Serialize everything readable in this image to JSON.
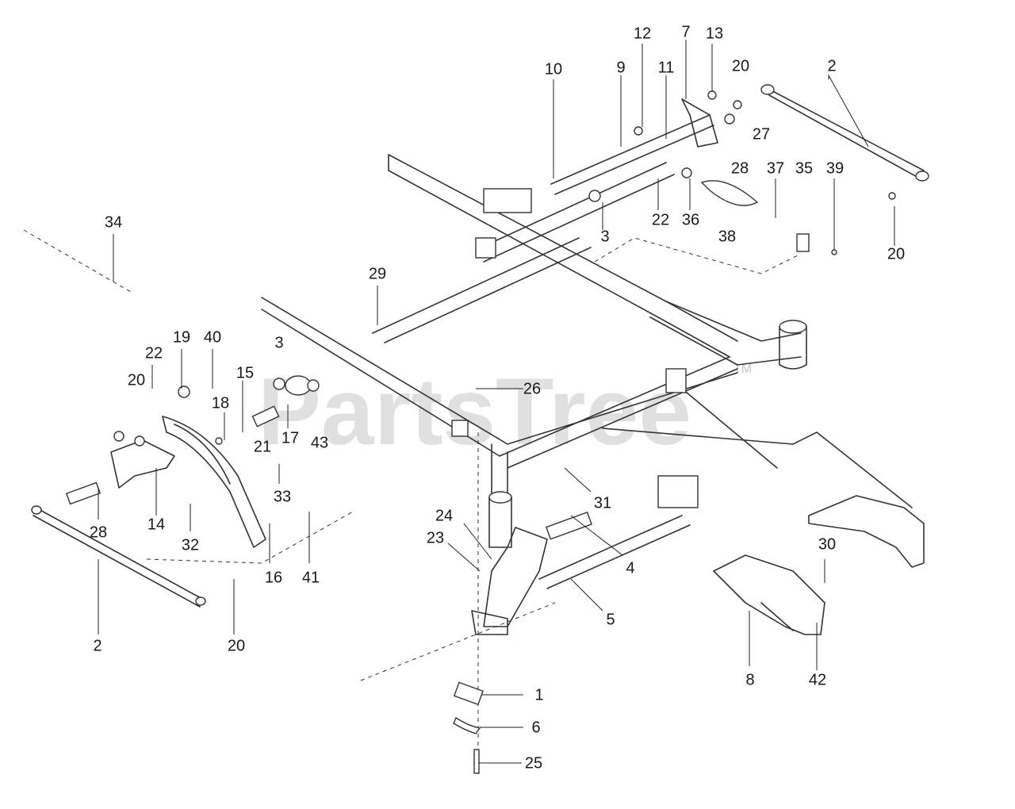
{
  "watermark": {
    "text": "PartsTree",
    "trademark": "TM"
  },
  "labels": [
    {
      "id": "l34",
      "text": "34"
    },
    {
      "id": "l10",
      "text": "10"
    },
    {
      "id": "l12",
      "text": "12"
    },
    {
      "id": "l9",
      "text": "9"
    },
    {
      "id": "l11",
      "text": "11"
    },
    {
      "id": "l7",
      "text": "7"
    },
    {
      "id": "l13",
      "text": "13"
    },
    {
      "id": "l20a",
      "text": "20"
    },
    {
      "id": "l2a",
      "text": "2"
    },
    {
      "id": "l27",
      "text": "27"
    },
    {
      "id": "l28a",
      "text": "28"
    },
    {
      "id": "l37",
      "text": "37"
    },
    {
      "id": "l35",
      "text": "35"
    },
    {
      "id": "l39",
      "text": "39"
    },
    {
      "id": "l3a",
      "text": "3"
    },
    {
      "id": "l22a",
      "text": "22"
    },
    {
      "id": "l36",
      "text": "36"
    },
    {
      "id": "l38",
      "text": "38"
    },
    {
      "id": "l20b",
      "text": "20"
    },
    {
      "id": "l29",
      "text": "29"
    },
    {
      "id": "l19",
      "text": "19"
    },
    {
      "id": "l40",
      "text": "40"
    },
    {
      "id": "l3b",
      "text": "3"
    },
    {
      "id": "l22b",
      "text": "22"
    },
    {
      "id": "l20c",
      "text": "20"
    },
    {
      "id": "l15",
      "text": "15"
    },
    {
      "id": "l18",
      "text": "18"
    },
    {
      "id": "l21",
      "text": "21"
    },
    {
      "id": "l17",
      "text": "17"
    },
    {
      "id": "l43",
      "text": "43"
    },
    {
      "id": "l26",
      "text": "26"
    },
    {
      "id": "l33",
      "text": "33"
    },
    {
      "id": "l14",
      "text": "14"
    },
    {
      "id": "l28b",
      "text": "28"
    },
    {
      "id": "l32",
      "text": "32"
    },
    {
      "id": "l31",
      "text": "31"
    },
    {
      "id": "l24",
      "text": "24"
    },
    {
      "id": "l23",
      "text": "23"
    },
    {
      "id": "l16",
      "text": "16"
    },
    {
      "id": "l41",
      "text": "41"
    },
    {
      "id": "l4",
      "text": "4"
    },
    {
      "id": "l30",
      "text": "30"
    },
    {
      "id": "l5",
      "text": "5"
    },
    {
      "id": "l2b",
      "text": "2"
    },
    {
      "id": "l20d",
      "text": "20"
    },
    {
      "id": "l8",
      "text": "8"
    },
    {
      "id": "l42",
      "text": "42"
    },
    {
      "id": "l1",
      "text": "1"
    },
    {
      "id": "l6",
      "text": "6"
    },
    {
      "id": "l25",
      "text": "25"
    }
  ]
}
